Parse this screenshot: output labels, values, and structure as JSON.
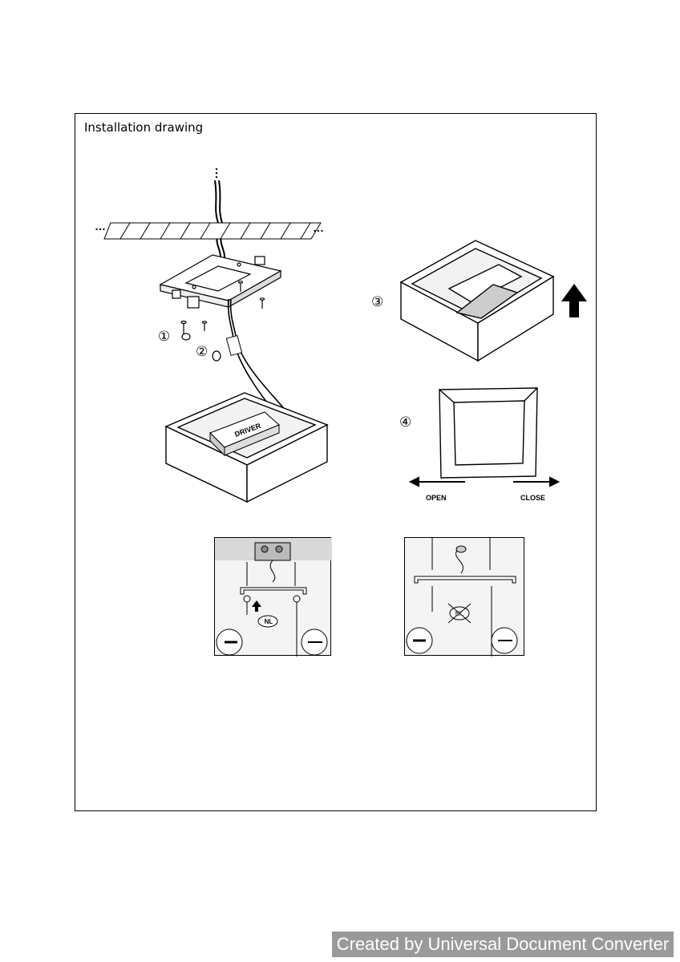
{
  "frame": {
    "title": "Installation drawing"
  },
  "diagram": {
    "ellipsis_left": "…",
    "ellipsis_right": "…",
    "steps": [
      "①",
      "②",
      "③",
      "④"
    ],
    "driver_label": "DRIVER",
    "open_label": "OPEN",
    "close_label": "CLOSE"
  },
  "photos": {
    "badge_left": "NL",
    "badge_right": "NL"
  },
  "watermark": {
    "text": "Created by Universal Document Converter"
  },
  "colors": {
    "frame_border": "#000000",
    "watermark_bg": "#9a9a9a",
    "watermark_text": "#ffffff"
  }
}
